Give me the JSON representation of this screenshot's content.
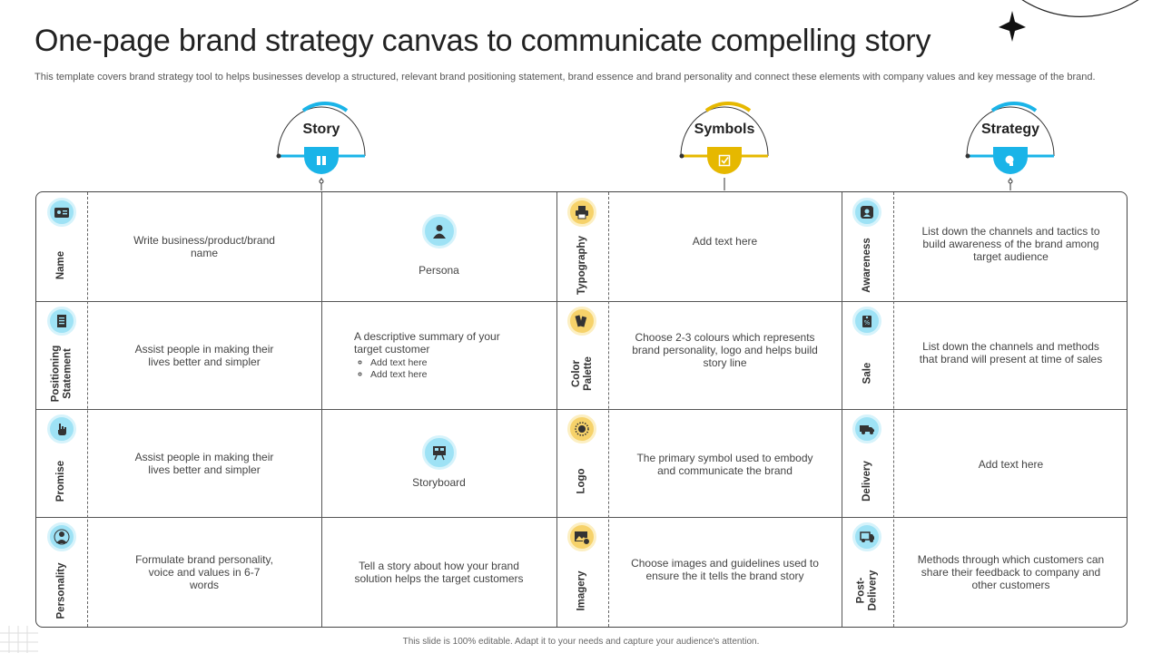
{
  "title": "One-page brand strategy canvas to communicate compelling story",
  "subtitle": "This template covers brand strategy tool to helps businesses develop a structured, relevant brand positioning statement, brand essence and brand personality and connect these elements with company values and key message of the brand.",
  "footer": "This slide is 100% editable. Adapt it to your needs and capture your audience's attention.",
  "colors": {
    "blue": "#1ab4e8",
    "yellow": "#e6b800",
    "light_blue": "#9ee2f5",
    "light_yellow": "#f6d26a"
  },
  "headers": [
    {
      "label": "Story",
      "icon": "book-icon",
      "color": "blue"
    },
    {
      "label": "Symbols",
      "icon": "checkbox-icon",
      "color": "yellow"
    },
    {
      "label": "Strategy",
      "icon": "brain-gear-icon",
      "color": "blue"
    }
  ],
  "story": {
    "rows": [
      {
        "label": "Name",
        "icon": "id-card-icon",
        "text": "Write business/product/brand name"
      },
      {
        "label": "Positioning Statement",
        "icon": "document-icon",
        "text": "Assist people in making their lives better and simpler"
      },
      {
        "label": "Promise",
        "icon": "hand-icon",
        "text": "Assist people in making their lives better and simpler"
      },
      {
        "label": "Personality",
        "icon": "person-icon",
        "text": "Formulate brand personality, voice and values in 6-7 words"
      }
    ],
    "merged": {
      "persona_label": "Persona",
      "persona_icon": "user-icon",
      "summary": "A descriptive summary of your target customer",
      "bullets": [
        "Add text here",
        "Add text here"
      ],
      "storyboard_label": "Storyboard",
      "storyboard_icon": "presentation-board-icon",
      "story_text": "Tell a story about how your brand solution helps the target customers"
    }
  },
  "symbols": {
    "rows": [
      {
        "label": "Typography",
        "icon": "printer-icon",
        "text": "Add text here"
      },
      {
        "label": "Color Palette",
        "icon": "palette-icon",
        "text": "Choose 2-3 colours which represents brand personality, logo and helps build story line"
      },
      {
        "label": "Logo",
        "icon": "sun-icon",
        "text": "The primary symbol used to embody and communicate the brand"
      },
      {
        "label": "Imagery",
        "icon": "image-icon",
        "text": "Choose images and guidelines used to ensure the it tells the brand story"
      }
    ]
  },
  "strategy": {
    "rows": [
      {
        "label": "Awareness",
        "icon": "eye-badge-icon",
        "text": "List down the channels and tactics to build awareness of the brand among target audience"
      },
      {
        "label": "Sale",
        "icon": "price-tag-icon",
        "text": "List down the channels and methods that brand will present at time of sales"
      },
      {
        "label": "Delivery",
        "icon": "truck-icon",
        "text": "Add text here"
      },
      {
        "label": "Post-Delivery",
        "icon": "delivery-van-icon",
        "text": "Methods through which customers can share their feedback to company and other customers"
      }
    ]
  }
}
